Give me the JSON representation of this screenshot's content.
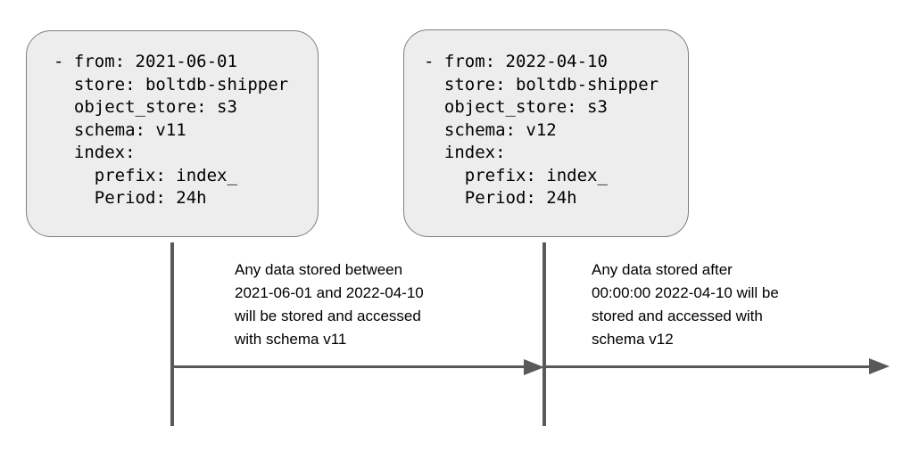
{
  "diagram": {
    "title": "schema-config-migration-timeline",
    "colors": {
      "box_fill": "#ededed",
      "box_border": "#7f7f7f",
      "line": "#595959",
      "text": "#000000"
    },
    "boxes": [
      {
        "id": "schema-v11-config",
        "code": "- from: 2021-06-01\n  store: boltdb-shipper\n  object_store: s3\n  schema: v11\n  index:\n    prefix: index_\n    Period: 24h"
      },
      {
        "id": "schema-v12-config",
        "code": "- from: 2022-04-10\n  store: boltdb-shipper\n  object_store: s3\n  schema: v12\n  index:\n    prefix: index_\n    Period: 24h"
      }
    ],
    "annotations": [
      {
        "id": "v11-period-note",
        "text": "Any data stored between\n2021-06-01 and 2022-04-10\nwill be stored and accessed\nwith schema v11"
      },
      {
        "id": "v12-period-note",
        "text": "Any data stored after\n00:00:00 2022-04-10 will be\nstored and accessed with\nschema v12"
      }
    ]
  }
}
